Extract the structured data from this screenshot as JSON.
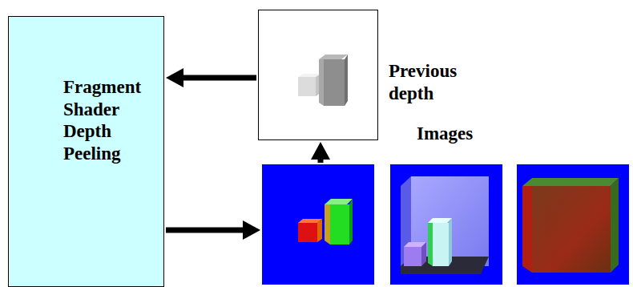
{
  "diagram": {
    "nodes": [
      {
        "text": [
          "Fragment Shader Depth Peeling"
        ]
      },
      {
        "text": [
          "Previous depth"
        ]
      },
      {
        "text": [
          "Images"
        ]
      }
    ],
    "edges": [
      {
        "from": 0,
        "to": 2,
        "arrow": "to"
      },
      {
        "from": 2,
        "to": 1,
        "arrow": "to"
      },
      {
        "from": 1,
        "to": 0,
        "arrow": "to"
      }
    ]
  }
}
